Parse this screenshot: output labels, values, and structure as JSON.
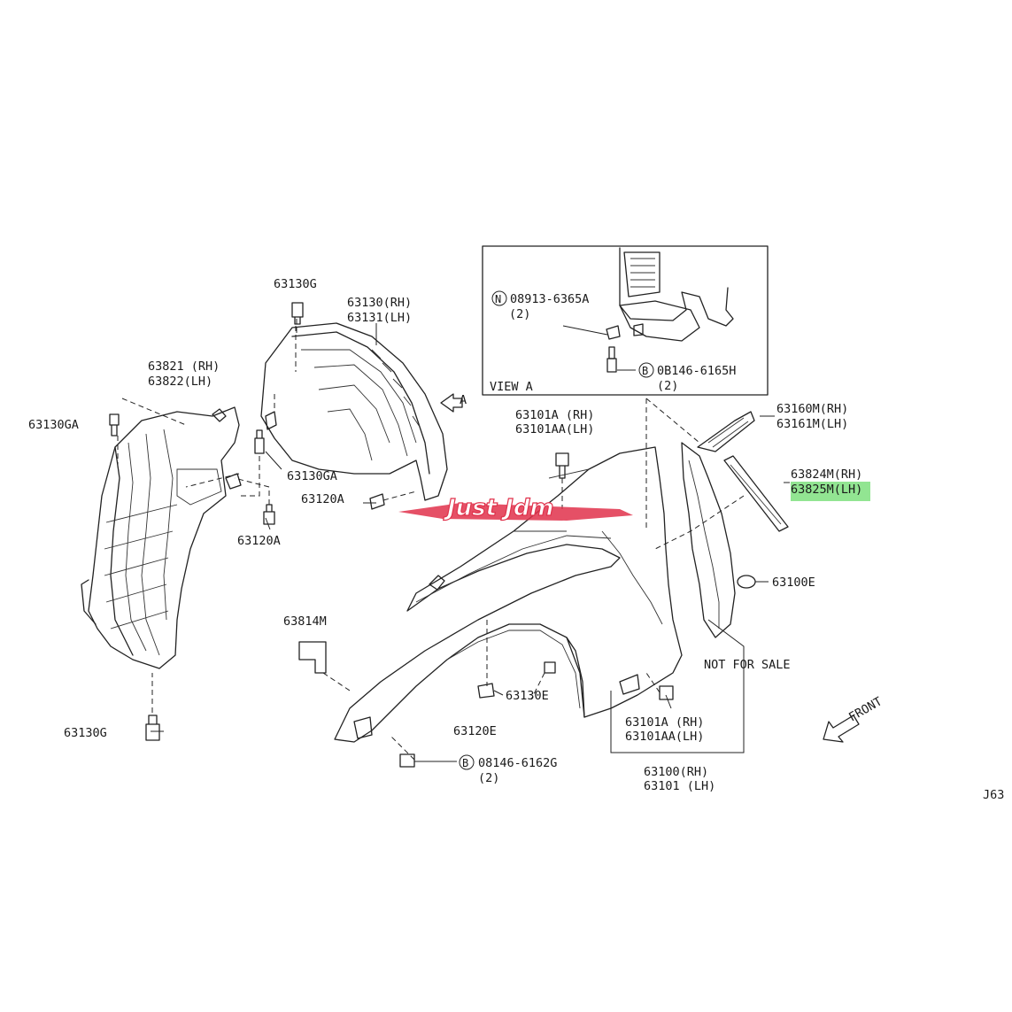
{
  "labels": {
    "p63130G_top": "63130G",
    "p63130_rh": "63130(RH)",
    "p63131_lh": "63131(LH)",
    "p63821_rh": "63821 (RH)",
    "p63822_lh": "63822(LH)",
    "p63130GA_left": "63130GA",
    "p63130GA_mid": "63130GA",
    "p63120A_mid": "63120A",
    "p63120A_left": "63120A",
    "arrow_a": "A",
    "n08913": "08913-6365A",
    "n08913_qty": "(2)",
    "b08146_6165": "0B146-6165H",
    "b08146_6165_qty": "(2)",
    "view_a": "VIEW  A",
    "p63101A_top": "63101A (RH)",
    "p63101AA_top": "63101AA(LH)",
    "p63160M": "63160M(RH)",
    "p63161M": "63161M(LH)",
    "p63824M": "63824M(RH)",
    "p63825M": "63825M(LH)",
    "p63100E": "63100E",
    "p63814M": "63814M",
    "not_for_sale": "NOT FOR SALE",
    "p63130E": "63130E",
    "p63120E": "63120E",
    "p63101A_bot": "63101A (RH)",
    "p63101AA_bot": "63101AA(LH)",
    "p63130G_bot": "63130G",
    "b08146_6162": "08146-6162G",
    "b08146_6162_qty": "(2)",
    "p63100_rh": "63100(RH)",
    "p63101_lh": "63101 (LH)",
    "front": "FRONT",
    "circle_n": "N",
    "circle_b": "B",
    "circle_b2": "B",
    "corner": "J63"
  },
  "logo": {
    "text": "Just Jdm",
    "color": "#e0314b"
  },
  "highlight": {
    "part": "63825M(LH)",
    "color": "#7fe07f"
  }
}
